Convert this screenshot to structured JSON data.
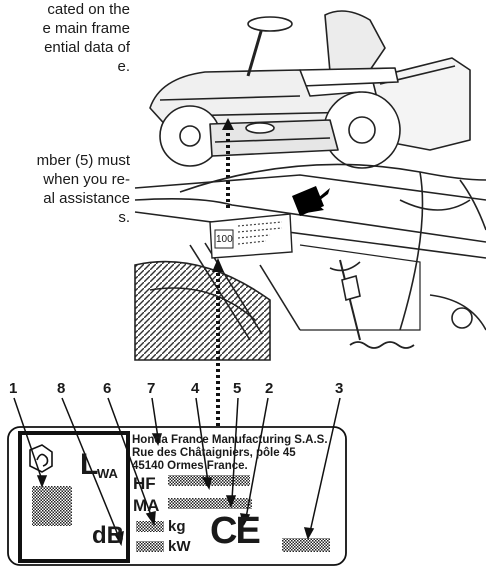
{
  "text": {
    "paragraph1": [
      "cated on the",
      "e main frame",
      "ential data of",
      "e."
    ],
    "paragraph2": [
      "mber (5) must",
      "when you re-",
      "al assistance",
      "s."
    ]
  },
  "illustration": {
    "decal_number": "100"
  },
  "callouts": [
    "1",
    "8",
    "6",
    "7",
    "4",
    "5",
    "2",
    "3"
  ],
  "plate": {
    "manufacturer_lines": [
      "Honda France Manufacturing S.A.S.",
      "Rue des Châtaigniers, pôle 45",
      "45140 Ormes France."
    ],
    "model_code": "HF",
    "frame_code": "MA",
    "unit_kg": "kg",
    "unit_kw": "kW",
    "ce_mark": "CE",
    "lwa_letter": "L",
    "lwa_sub": "WA",
    "db_label": "dB"
  }
}
